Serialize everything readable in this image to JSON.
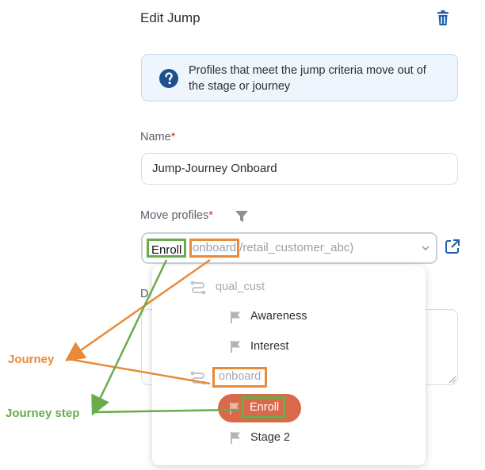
{
  "header": {
    "title": "Edit Jump",
    "delete_icon": "trash-icon"
  },
  "info": {
    "text": "Profiles that meet the jump criteria move out of the stage or journey",
    "icon": "question-circle-icon"
  },
  "name_field": {
    "label": "Name",
    "required_mark": "*",
    "value": "Jump-Journey Onboard"
  },
  "move_profiles": {
    "label": "Move profiles",
    "required_mark": "*",
    "selected_step": "Enroll",
    "selected_journey": "onboard",
    "selected_rest": "/retail_customer_abc)",
    "filter_icon": "filter-icon",
    "open_icon": "external-link-icon"
  },
  "description_field": {
    "label": "D"
  },
  "dropdown": {
    "groups": [
      {
        "name": "qual_cust",
        "steps": [
          "Awareness",
          "Interest"
        ]
      },
      {
        "name": "onboard",
        "steps": [
          "Enroll",
          "Stage 2"
        ]
      }
    ]
  },
  "annotations": {
    "journey": "Journey",
    "journey_step": "Journey step",
    "orange": "#e98a3a",
    "green": "#6aab4a"
  },
  "colors": {
    "accent": "#1f5fa8",
    "selected_pill": "#d9694a"
  }
}
